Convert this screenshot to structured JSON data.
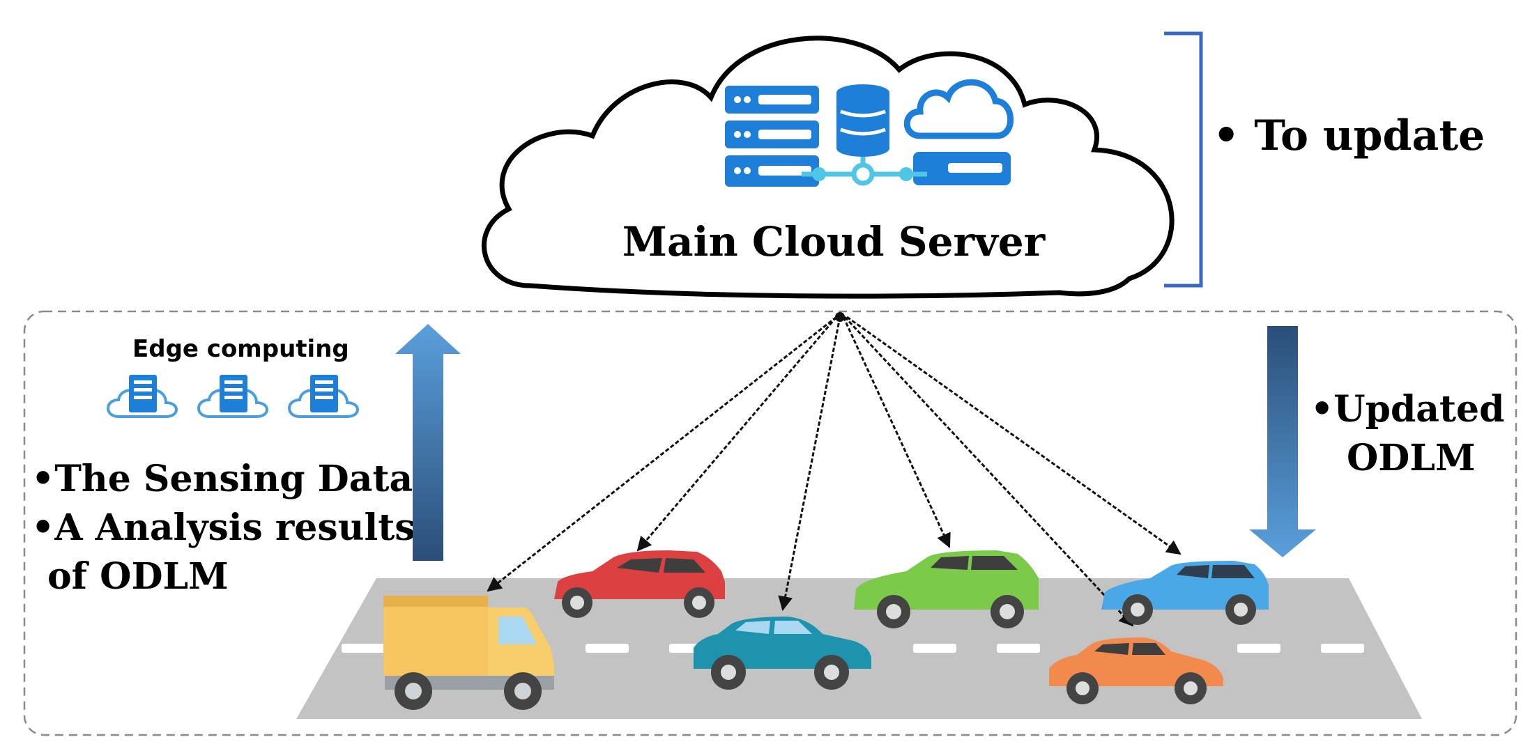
{
  "cloud": {
    "label": "Main Cloud Server"
  },
  "update_note": {
    "text": "• To update"
  },
  "edge": {
    "title": "Edge computing"
  },
  "left_notes": [
    "•The Sensing Data",
    "•A Analysis results",
    "of ODLM"
  ],
  "right_notes": [
    "•Updated",
    "ODLM"
  ],
  "colors": {
    "server_blue": "#1e7fd8",
    "server_cyan": "#4fc6e6",
    "bracket_blue": "#3a66c4",
    "arrow_up_top": "#5a9fdc",
    "arrow_up_bottom": "#2b4e78",
    "arrow_down_top": "#2b4e78",
    "arrow_down_bottom": "#5a9fdc",
    "road": "#c3c3c3",
    "truck": "#f6c560",
    "car_red": "#dd4040",
    "car_teal": "#1d93ad",
    "car_green": "#7cca4a",
    "car_blue": "#4aa8e6",
    "car_orange": "#f28a4e"
  },
  "icons": [
    "server-rack-icon",
    "database-icon",
    "cloud-server-icon",
    "edge-server-cloud-icon",
    "truck-icon",
    "car-icon"
  ]
}
